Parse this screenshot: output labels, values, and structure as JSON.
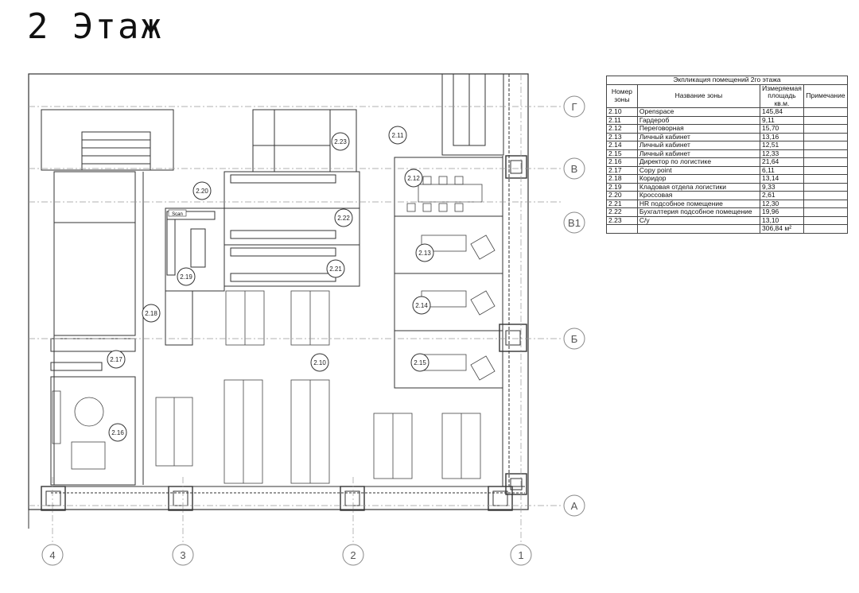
{
  "floor_title": "2 Этаж",
  "schedule": {
    "caption": "Экпликация помещений 2го этажа",
    "headers": [
      "Номер зоны",
      "Название зоны",
      "Измеряемая площадь кв.м.",
      "Примечание"
    ],
    "rows": [
      [
        "2.10",
        "Openspace",
        "145,84",
        ""
      ],
      [
        "2.11",
        "Гардероб",
        "9,11",
        ""
      ],
      [
        "2.12",
        "Переговорная",
        "15,70",
        ""
      ],
      [
        "2.13",
        "Личный кабинет",
        "13,16",
        ""
      ],
      [
        "2.14",
        "Личный кабинет",
        "12,51",
        ""
      ],
      [
        "2.15",
        "Личный кабинет",
        "12,33",
        ""
      ],
      [
        "2.16",
        "Директор по логистике",
        "21,64",
        ""
      ],
      [
        "2.17",
        "Copy point",
        "6,11",
        ""
      ],
      [
        "2.18",
        "Коридор",
        "13,14",
        ""
      ],
      [
        "2.19",
        "Кладовая отдела логистики",
        "9,33",
        ""
      ],
      [
        "2.20",
        "Кроссовая",
        "2,61",
        ""
      ],
      [
        "2.21",
        "HR подсобное помещение",
        "12,30",
        ""
      ],
      [
        "2.22",
        "Бухгалтерия подсобное помещение",
        "19,96",
        ""
      ],
      [
        "2.23",
        "С/у",
        "13,10",
        ""
      ]
    ],
    "total": "306,84 м²"
  },
  "grid_axes": {
    "rows": [
      "Г",
      "В",
      "В1",
      "Б",
      "А"
    ],
    "columns": [
      "4",
      "3",
      "2",
      "1"
    ]
  },
  "room_tags": [
    "2.10",
    "2.11",
    "2.12",
    "2.13",
    "2.14",
    "2.15",
    "2.16",
    "2.17",
    "2.18",
    "2.19",
    "2.20",
    "2.21",
    "2.22",
    "2.23"
  ],
  "equipment_label": "Scan"
}
